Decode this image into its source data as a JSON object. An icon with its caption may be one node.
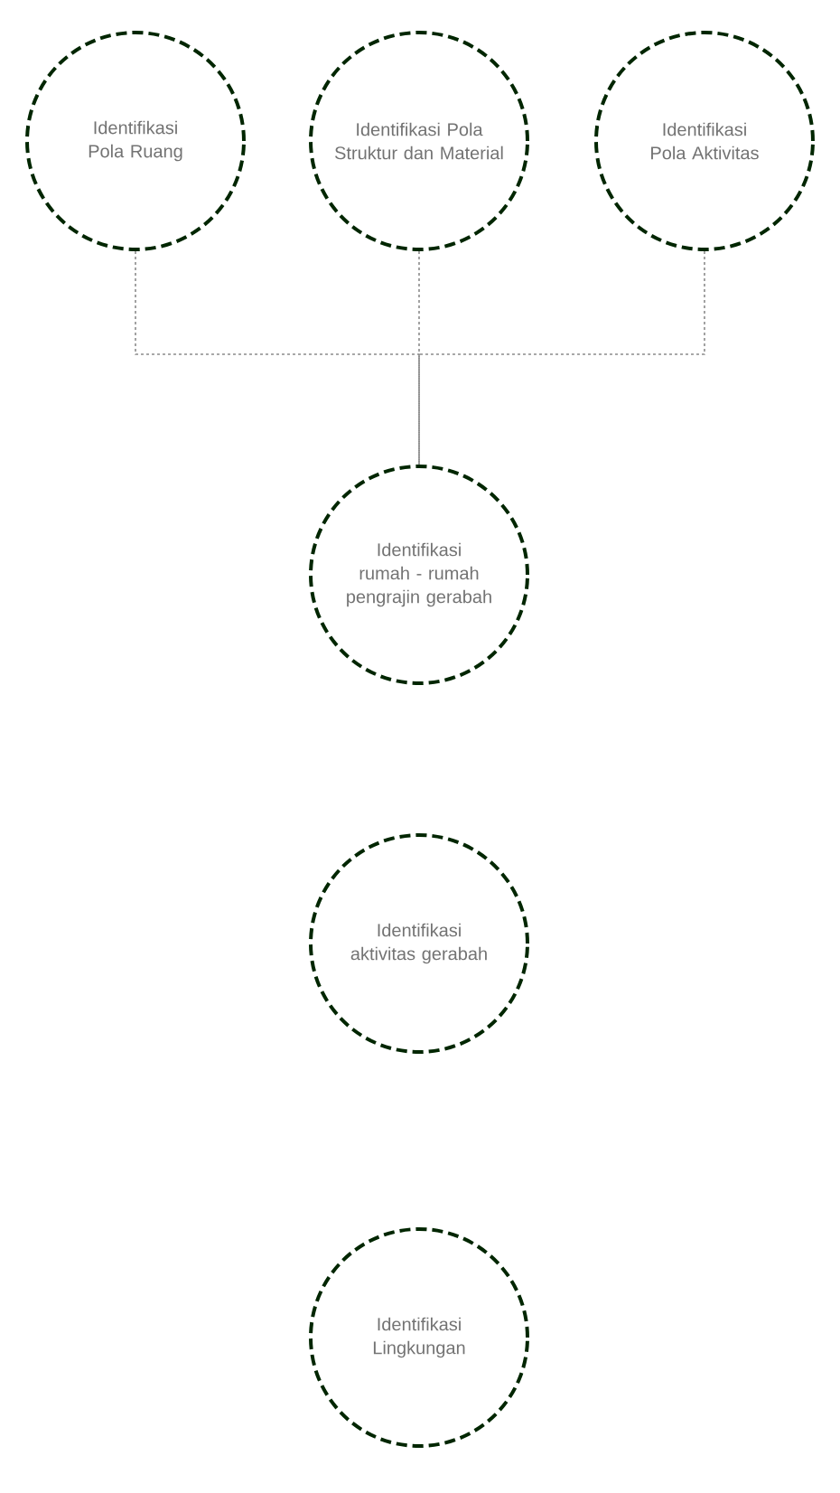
{
  "diagram": {
    "nodes": [
      {
        "text": [
          "Identifikasi Pola Ruang"
        ]
      },
      {
        "text": [
          "Identifikasi Pola Struktur dan Material"
        ]
      },
      {
        "text": [
          "Identifikasi Pola Aktivitas"
        ]
      },
      {
        "text": [
          "Identifikasi rumah - rumah pengrajin gerabah"
        ]
      },
      {
        "text": [
          "Identifikasi aktivitas gerabah"
        ]
      },
      {
        "text": [
          "Identifikasi Lingkungan"
        ]
      }
    ],
    "edges": [
      {
        "from": 0,
        "to": 3,
        "arrow": "none"
      },
      {
        "from": 1,
        "to": 3,
        "arrow": "none"
      },
      {
        "from": 2,
        "to": 3,
        "arrow": "none"
      }
    ]
  }
}
